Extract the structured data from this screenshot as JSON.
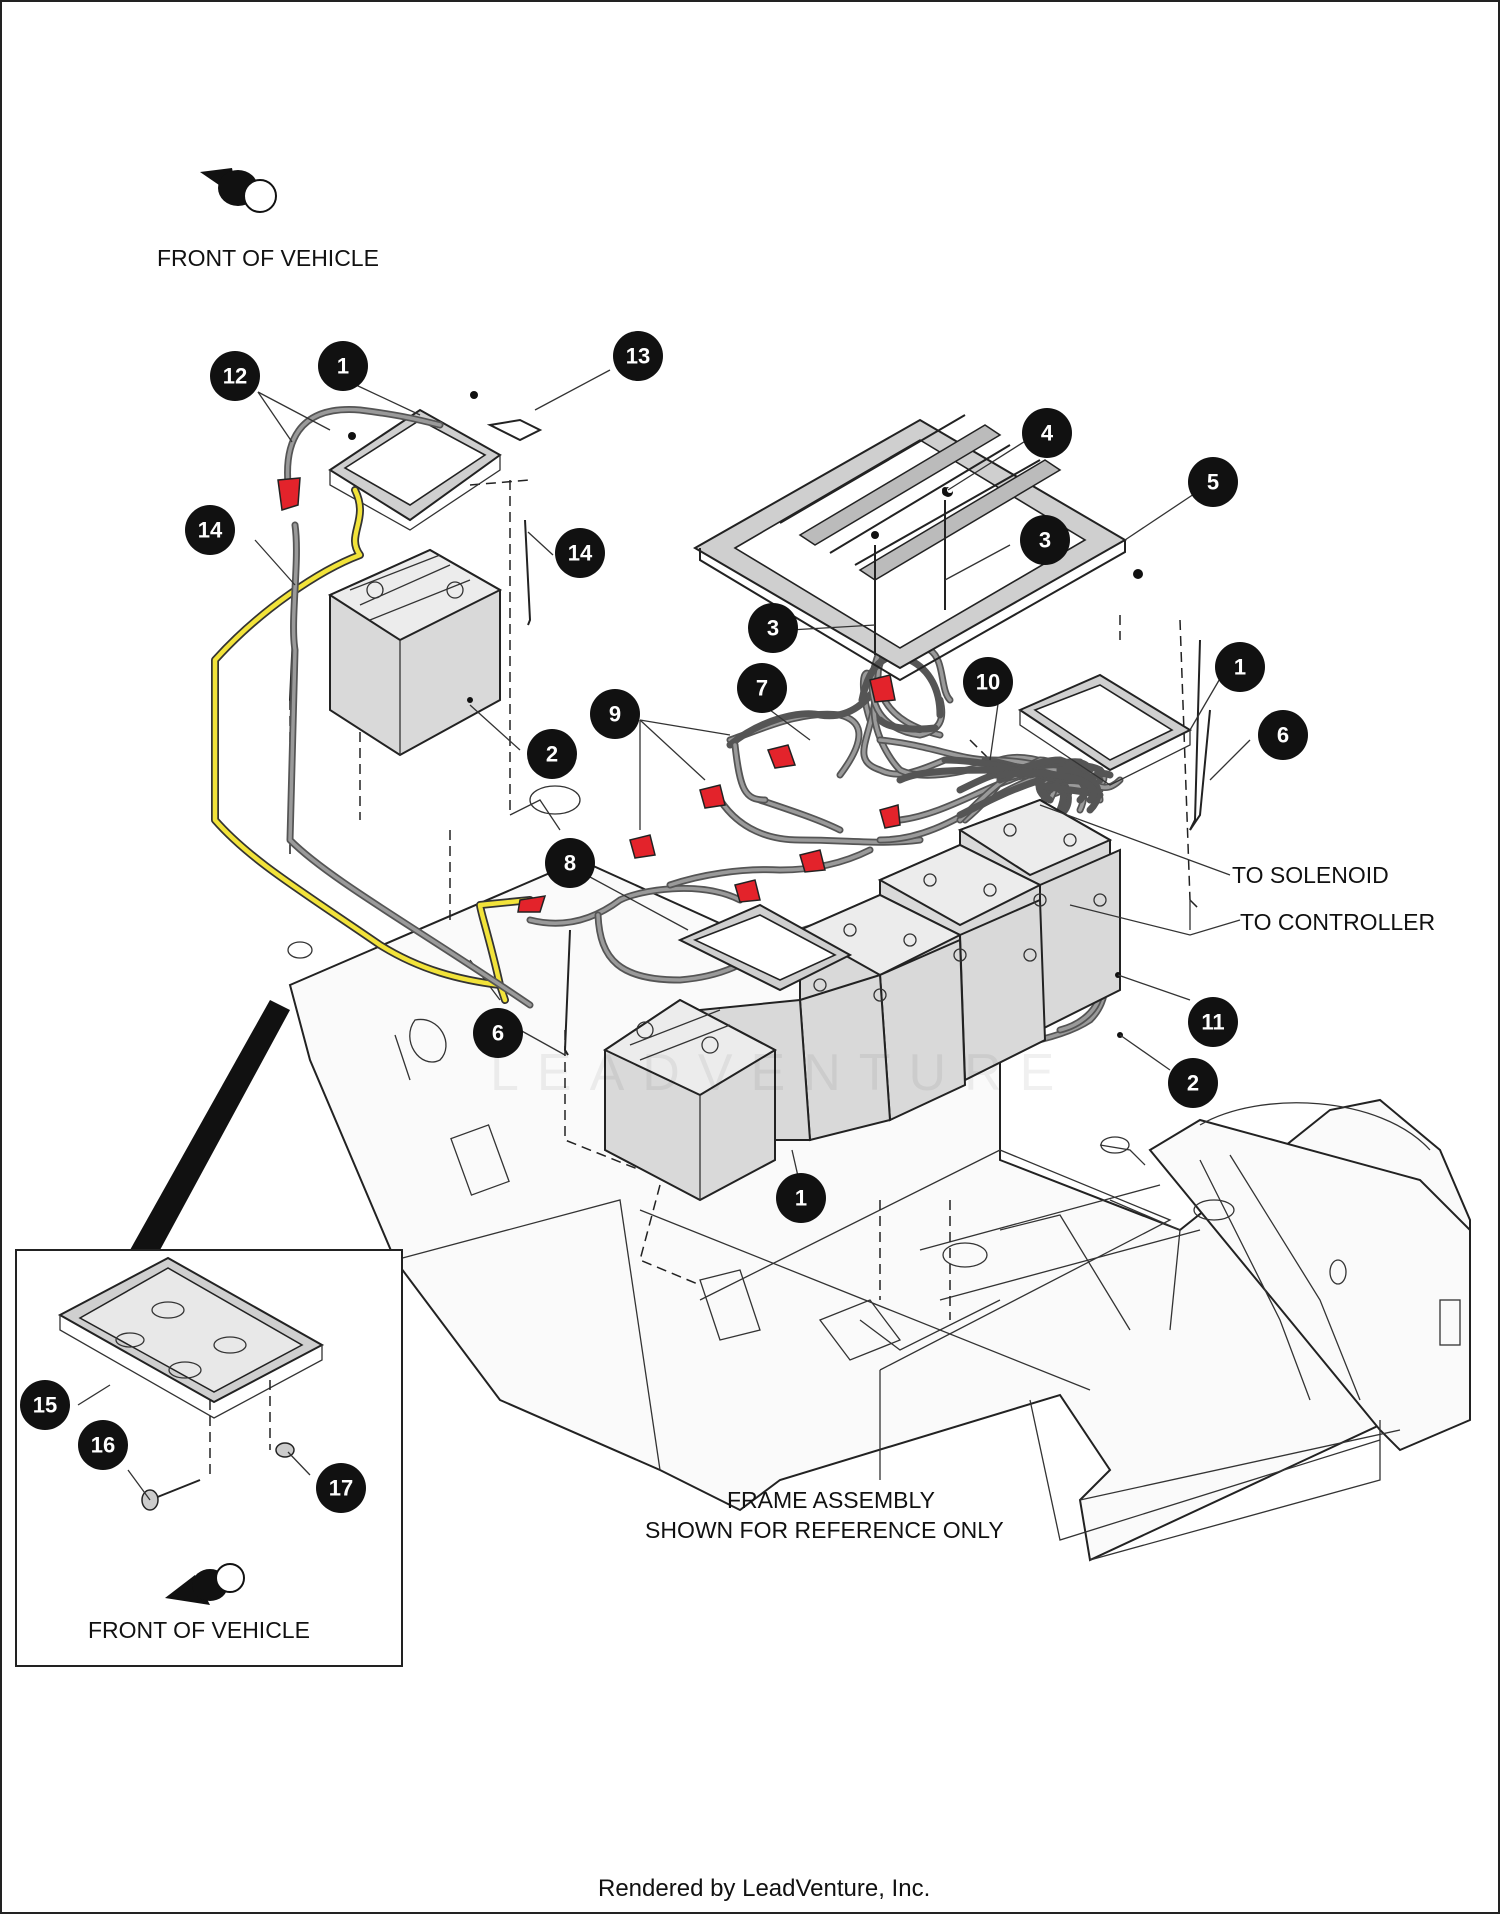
{
  "labels": {
    "front_top": "FRONT OF VEHICLE",
    "front_inset": "FRONT OF VEHICLE",
    "to_solenoid": "TO SOLENOID",
    "to_controller": "TO CONTROLLER",
    "frame_line1": "FRAME ASSEMBLY",
    "frame_line2": "SHOWN FOR REFERENCE ONLY",
    "watermark": "LEADVENTURE",
    "footer": "Rendered by LeadVenture, Inc."
  },
  "callouts": [
    {
      "id": "c12",
      "number": "12"
    },
    {
      "id": "c1a",
      "number": "1"
    },
    {
      "id": "c13",
      "number": "13"
    },
    {
      "id": "c14a",
      "number": "14"
    },
    {
      "id": "c14b",
      "number": "14"
    },
    {
      "id": "c4",
      "number": "4"
    },
    {
      "id": "c5",
      "number": "5"
    },
    {
      "id": "c3a",
      "number": "3"
    },
    {
      "id": "c3b",
      "number": "3"
    },
    {
      "id": "c2a",
      "number": "2"
    },
    {
      "id": "c9",
      "number": "9"
    },
    {
      "id": "c7",
      "number": "7"
    },
    {
      "id": "c10",
      "number": "10"
    },
    {
      "id": "c1b",
      "number": "1"
    },
    {
      "id": "c6a",
      "number": "6"
    },
    {
      "id": "c8",
      "number": "8"
    },
    {
      "id": "c6b",
      "number": "6"
    },
    {
      "id": "c11",
      "number": "11"
    },
    {
      "id": "c2b",
      "number": "2"
    },
    {
      "id": "c1c",
      "number": "1"
    },
    {
      "id": "c15",
      "number": "15"
    },
    {
      "id": "c16",
      "number": "16"
    },
    {
      "id": "c17",
      "number": "17"
    }
  ],
  "colors": {
    "callout_fill": "#111111",
    "terminal_boot": "#e3232b",
    "ground_cable": "#f2e33a",
    "battery_body": "#d9d9d9"
  }
}
